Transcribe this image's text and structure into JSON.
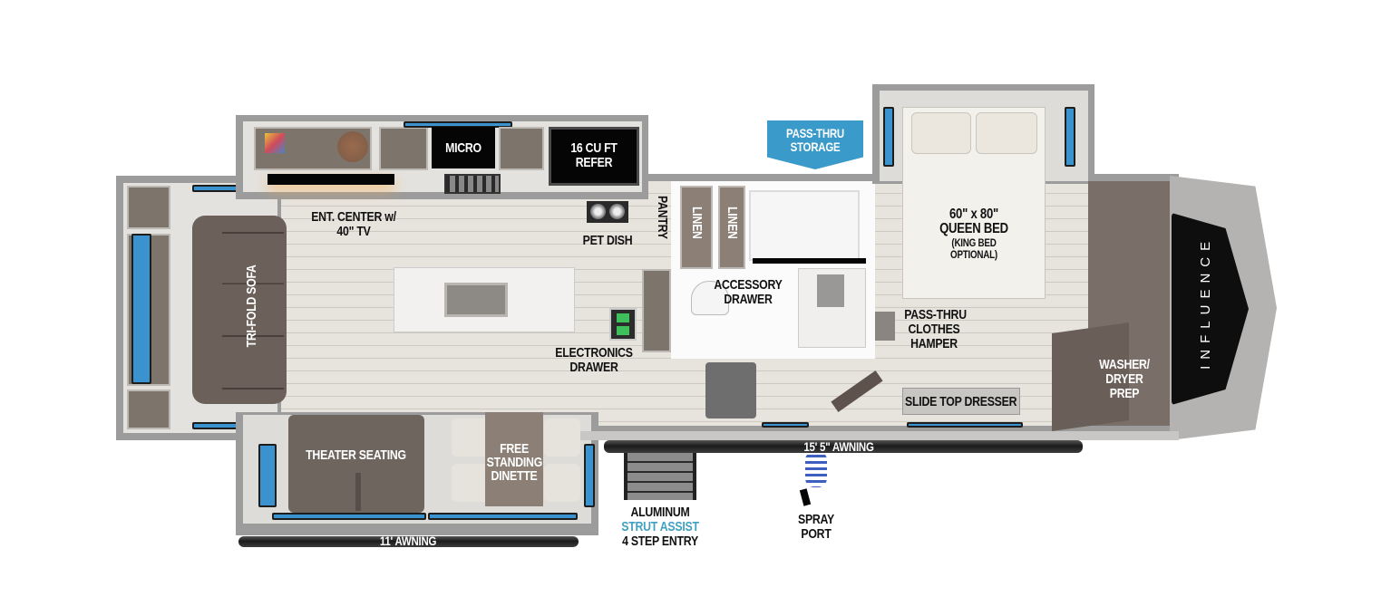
{
  "floorplan": {
    "brand": "INFLUENCE",
    "colors": {
      "window_blue": "#3a93cf",
      "callout_blue": "#3a9ac9",
      "strut_assist_text": "#3fa0c0",
      "wall_gray": "#9c9c9c",
      "floor": "#e7e3dd",
      "cabinet_brown": "#7d746c",
      "appliance_black": "#050505"
    },
    "labels": {
      "ent_center": [
        "ENT. CENTER w/",
        "40\" TV"
      ],
      "micro": "MICRO",
      "refer": [
        "16 CU FT",
        "REFER"
      ],
      "pet_dish": "PET DISH",
      "pantry": "PANTRY",
      "linen_1": "LINEN",
      "linen_2": "LINEN",
      "pass_thru_storage": [
        "PASS-THRU",
        "STORAGE"
      ],
      "bed": [
        "60\" x 80\"",
        "QUEEN BED"
      ],
      "bed_note": [
        "(KING BED",
        "OPTIONAL)"
      ],
      "sofa": "TRI-FOLD SOFA",
      "accessory_drawer": [
        "ACCESSORY",
        "DRAWER"
      ],
      "electronics_drawer": [
        "ELECTRONICS",
        "DRAWER"
      ],
      "clothes_hamper": [
        "PASS-THRU",
        "CLOTHES",
        "HAMPER"
      ],
      "slide_top_dresser": "SLIDE TOP DRESSER",
      "washer_dryer": [
        "WASHER/",
        "DRYER",
        "PREP"
      ],
      "theater_seating": "THEATER SEATING",
      "dinette": [
        "FREE",
        "STANDING",
        "DINETTE"
      ],
      "awning_main": "15' 5\" AWNING",
      "awning_slide": "11' AWNING",
      "entry_steps": [
        "ALUMINUM",
        "STRUT ASSIST",
        "4 STEP ENTRY"
      ],
      "spray_port": [
        "SPRAY",
        "PORT"
      ]
    }
  }
}
